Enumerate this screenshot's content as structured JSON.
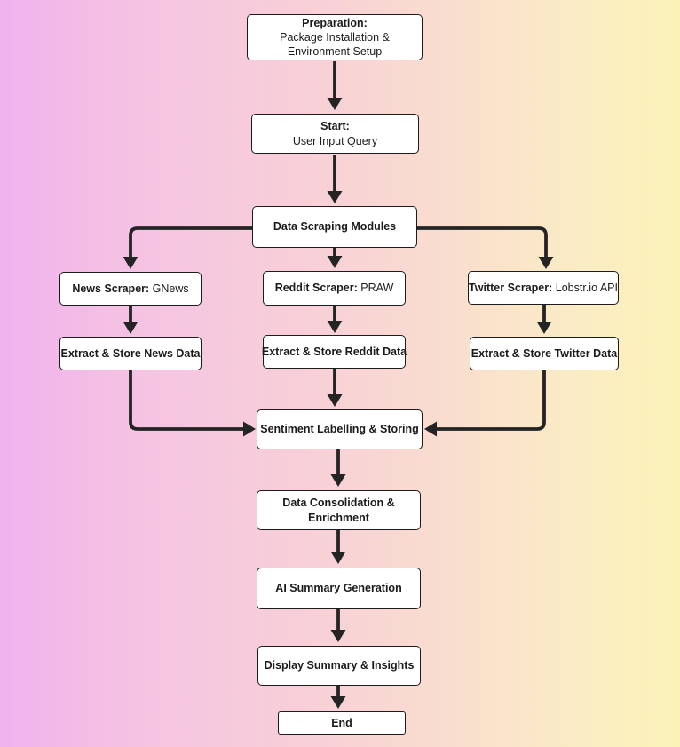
{
  "diagram": {
    "type": "flowchart",
    "colors": {
      "background_left": "#f1b2ed",
      "background_middle": "#f8cfd8",
      "background_right": "#fbf2b8",
      "node_background": "#ffffff",
      "node_border": "#1c1c1c",
      "arrow": "#242424",
      "text": "#1b1b1b"
    },
    "nodes": {
      "preparation": {
        "title": "Preparation:",
        "subtitle": "Package Installation & Environment Setup"
      },
      "start": {
        "title": "Start:",
        "subtitle": "User Input Query"
      },
      "scraping": {
        "title": "Data Scraping Modules"
      },
      "news": {
        "title": "News Scraper:",
        "detail": "GNews"
      },
      "reddit": {
        "title": "Reddit Scraper:",
        "detail": "PRAW"
      },
      "twitter": {
        "title": "Twitter Scraper:",
        "detail": "Lobstr.io API"
      },
      "extract_news": {
        "title": "Extract & Store News Data"
      },
      "extract_reddit": {
        "title": "Extract & Store Reddit Data"
      },
      "extract_twitter": {
        "title": "Extract & Store Twitter Data"
      },
      "sentiment": {
        "title": "Sentiment Labelling & Storing"
      },
      "consolidation": {
        "title": "Data Consolidation & Enrichment"
      },
      "ai_summary": {
        "title": "AI Summary Generation"
      },
      "display": {
        "title": "Display Summary & Insights"
      },
      "end": {
        "title": "End"
      }
    },
    "edges": [
      {
        "from": "preparation",
        "to": "start"
      },
      {
        "from": "start",
        "to": "scraping"
      },
      {
        "from": "scraping",
        "to": "news"
      },
      {
        "from": "scraping",
        "to": "reddit"
      },
      {
        "from": "scraping",
        "to": "twitter"
      },
      {
        "from": "news",
        "to": "extract_news"
      },
      {
        "from": "reddit",
        "to": "extract_reddit"
      },
      {
        "from": "twitter",
        "to": "extract_twitter"
      },
      {
        "from": "extract_news",
        "to": "sentiment"
      },
      {
        "from": "extract_reddit",
        "to": "sentiment"
      },
      {
        "from": "extract_twitter",
        "to": "sentiment"
      },
      {
        "from": "sentiment",
        "to": "consolidation"
      },
      {
        "from": "consolidation",
        "to": "ai_summary"
      },
      {
        "from": "ai_summary",
        "to": "display"
      },
      {
        "from": "display",
        "to": "end"
      }
    ]
  }
}
